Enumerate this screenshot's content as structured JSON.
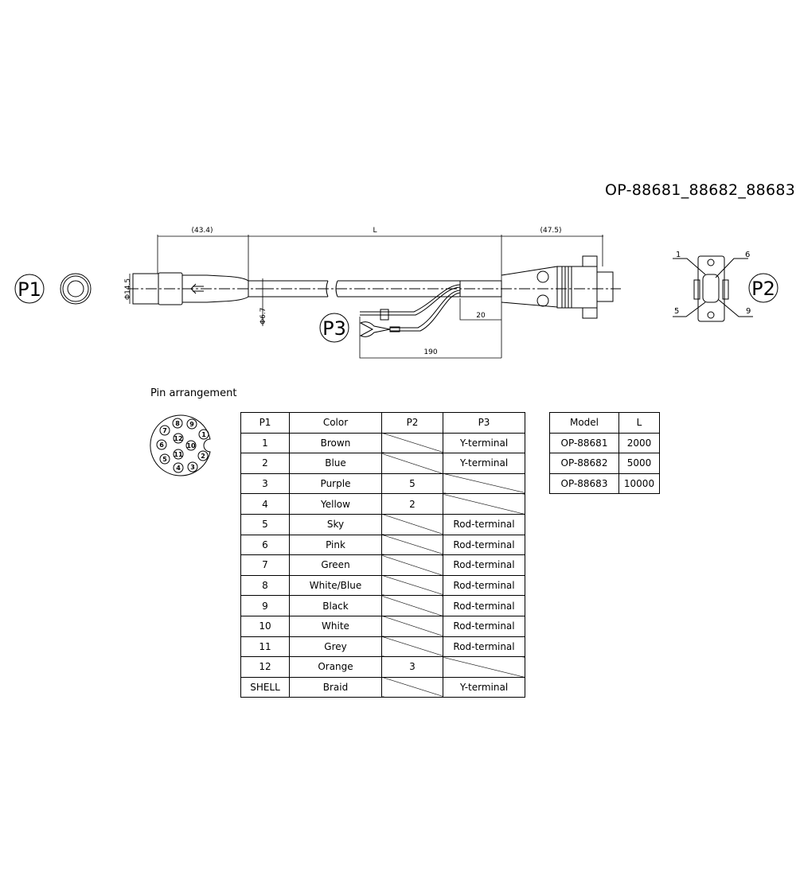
{
  "title": "OP-88681_88682_88683",
  "drawing": {
    "labels": {
      "p1": "P1",
      "p2": "P2",
      "p3": "P3"
    },
    "dimensions": {
      "p1_length": "(43.4)",
      "cable_length": "L",
      "p2_length": "(47.5)",
      "p1_diameter": "Φ14.5",
      "cable_diameter": "Φ6.7",
      "strip_length": "20",
      "lead_length": "190"
    },
    "p2_pin_labels": [
      "1",
      "6",
      "5",
      "9"
    ]
  },
  "pin_arrangement": {
    "heading": "Pin arrangement",
    "pins": [
      "1",
      "2",
      "3",
      "4",
      "5",
      "6",
      "7",
      "8",
      "9",
      "10",
      "11",
      "12"
    ]
  },
  "pin_table": {
    "headers": [
      "P1",
      "Color",
      "P2",
      "P3"
    ],
    "rows": [
      {
        "p1": "1",
        "color": "Brown",
        "p2": null,
        "p3": "Y-terminal"
      },
      {
        "p1": "2",
        "color": "Blue",
        "p2": null,
        "p3": "Y-terminal"
      },
      {
        "p1": "3",
        "color": "Purple",
        "p2": "5",
        "p3": null
      },
      {
        "p1": "4",
        "color": "Yellow",
        "p2": "2",
        "p3": null
      },
      {
        "p1": "5",
        "color": "Sky",
        "p2": null,
        "p3": "Rod-terminal"
      },
      {
        "p1": "6",
        "color": "Pink",
        "p2": null,
        "p3": "Rod-terminal"
      },
      {
        "p1": "7",
        "color": "Green",
        "p2": null,
        "p3": "Rod-terminal"
      },
      {
        "p1": "8",
        "color": "White/Blue",
        "p2": null,
        "p3": "Rod-terminal"
      },
      {
        "p1": "9",
        "color": "Black",
        "p2": null,
        "p3": "Rod-terminal"
      },
      {
        "p1": "10",
        "color": "White",
        "p2": null,
        "p3": "Rod-terminal"
      },
      {
        "p1": "11",
        "color": "Grey",
        "p2": null,
        "p3": "Rod-terminal"
      },
      {
        "p1": "12",
        "color": "Orange",
        "p2": "3",
        "p3": null
      },
      {
        "p1": "SHELL",
        "color": "Braid",
        "p2": null,
        "p3": "Y-terminal"
      }
    ]
  },
  "model_table": {
    "headers": [
      "Model",
      "L"
    ],
    "rows": [
      {
        "model": "OP-88681",
        "l": "2000"
      },
      {
        "model": "OP-88682",
        "l": "5000"
      },
      {
        "model": "OP-88683",
        "l": "10000"
      }
    ]
  }
}
